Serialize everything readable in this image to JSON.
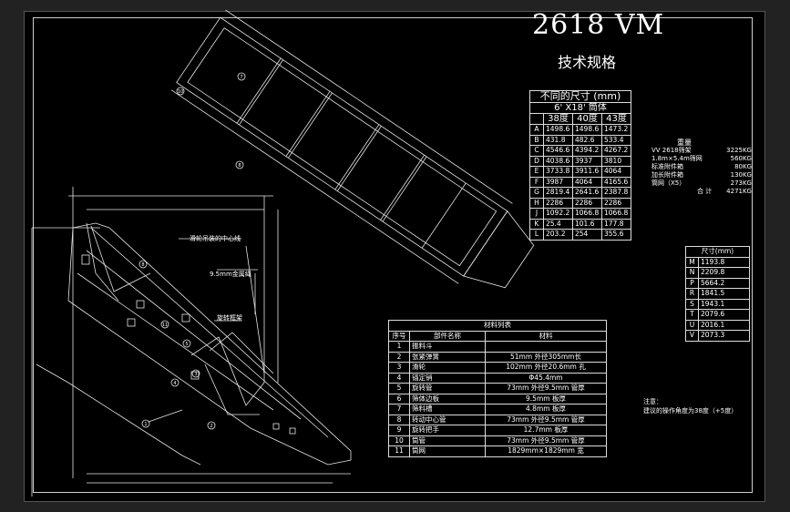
{
  "title": "2618 VM",
  "subtitle": "技术规格",
  "dimension_table": {
    "header": "不同的尺寸 (mm)",
    "subheader": "6' X18' 筒体",
    "angles": [
      "38度",
      "40度",
      "43度"
    ],
    "rows": [
      {
        "key": "A",
        "v": [
          "1498.6",
          "1498.6",
          "1473.2"
        ]
      },
      {
        "key": "B",
        "v": [
          "431.8",
          "482.6",
          "533.4"
        ]
      },
      {
        "key": "C",
        "v": [
          "4546.6",
          "4394.2",
          "4267.2"
        ]
      },
      {
        "key": "D",
        "v": [
          "4038.6",
          "3937",
          "3810"
        ]
      },
      {
        "key": "E",
        "v": [
          "3733.8",
          "3911.6",
          "4064"
        ]
      },
      {
        "key": "F",
        "v": [
          "3987",
          "4064",
          "4165.6"
        ]
      },
      {
        "key": "G",
        "v": [
          "2819.4",
          "2641.6",
          "2387.8"
        ]
      },
      {
        "key": "H",
        "v": [
          "2286",
          "2286",
          "2286"
        ]
      },
      {
        "key": "J",
        "v": [
          "1092.2",
          "1066.8",
          "1066.8"
        ]
      },
      {
        "key": "K",
        "v": [
          "25.4",
          "101.6",
          "177.8"
        ]
      },
      {
        "key": "L",
        "v": [
          "203.2",
          "254",
          "355.6"
        ]
      }
    ]
  },
  "weights": {
    "title": "重量",
    "rows": [
      {
        "label": "VV 2618筛架",
        "value": "3225KG"
      },
      {
        "label": "1.8m×5.4m筛网",
        "value": "560KG"
      },
      {
        "label": "标准附件箱",
        "value": "80KG"
      },
      {
        "label": "加长附件箱",
        "value": "130KG"
      },
      {
        "label": "筒网（X5）",
        "value": "273KG"
      }
    ],
    "total_label": "合  计",
    "total_value": "4271KG"
  },
  "size_table": {
    "header": "尺寸(mm)",
    "rows": [
      {
        "key": "M",
        "v": "1193.8"
      },
      {
        "key": "N",
        "v": "2209.8"
      },
      {
        "key": "P",
        "v": "5664.2"
      },
      {
        "key": "R",
        "v": "1841.5"
      },
      {
        "key": "S",
        "v": "1943.1"
      },
      {
        "key": "T",
        "v": "2079.6"
      },
      {
        "key": "U",
        "v": "2016.1"
      },
      {
        "key": "V",
        "v": "2073.3"
      }
    ]
  },
  "materials": {
    "header": "材料列表",
    "col_no": "序号",
    "col_name": "部件名称",
    "col_mat": "材料",
    "rows": [
      {
        "no": "1",
        "name": "振料斗",
        "mat": ""
      },
      {
        "no": "2",
        "name": "张紧弹簧",
        "mat": "51mm 外径305mm长"
      },
      {
        "no": "3",
        "name": "滑轮",
        "mat": "102mm 外径20.6mm 孔"
      },
      {
        "no": "4",
        "name": "锚定销",
        "mat": "Φ45.4mm"
      },
      {
        "no": "5",
        "name": "旋转管",
        "mat": "73mm 外径9.5mm 管厚"
      },
      {
        "no": "6",
        "name": "筛体边板",
        "mat": "9.5mm 板厚"
      },
      {
        "no": "7",
        "name": "筛料槽",
        "mat": "4.8mm 板厚"
      },
      {
        "no": "8",
        "name": "转动中心管",
        "mat": "73mm 外径9.5mm 管厚"
      },
      {
        "no": "9",
        "name": "旋转把手",
        "mat": "12.7mm 板厚"
      },
      {
        "no": "10",
        "name": "筒管",
        "mat": "73mm 外径9.5mm 管厚"
      },
      {
        "no": "11",
        "name": "筒网",
        "mat": "1829mm×1829mm 宽"
      }
    ]
  },
  "notes": {
    "title": "注意：",
    "line1": "建议的操作角度为38度（+5度）"
  },
  "labels": {
    "lifting_center": "滑轮吊装的中心线",
    "cable": "9.5mm金属绳",
    "rotating_frame": "旋转框架"
  },
  "callouts": [
    "1",
    "2",
    "3",
    "4",
    "5",
    "6",
    "7",
    "8",
    "9",
    "10",
    "11"
  ]
}
